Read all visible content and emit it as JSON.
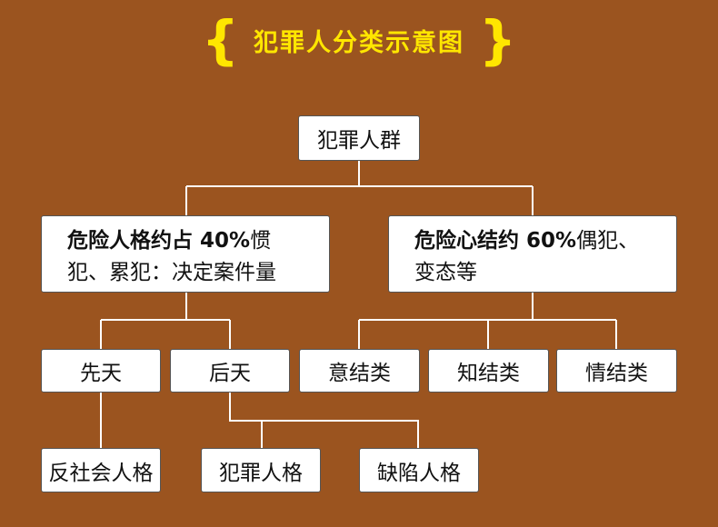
{
  "title": "犯罪人分类示意图",
  "brace_left": "{",
  "brace_right": "}",
  "root": "犯罪人群",
  "left_branch": {
    "bold": "危险人格约占 40%",
    "line1_rest": "惯",
    "line2": "犯、累犯：决定案件量"
  },
  "right_branch": {
    "bold": "危险心结约 60%",
    "line1_rest": "偶犯、",
    "line2": "变态等"
  },
  "left_children": [
    "先天",
    "后天"
  ],
  "right_children": [
    "意结类",
    "知结类",
    "情结类"
  ],
  "innate_children": [
    "反社会人格"
  ],
  "acquired_children": [
    "犯罪人格",
    "缺陷人格"
  ],
  "colors": {
    "background": "#9b541f",
    "title": "#ffe600",
    "box": "#ffffff",
    "line": "#ffffff"
  }
}
